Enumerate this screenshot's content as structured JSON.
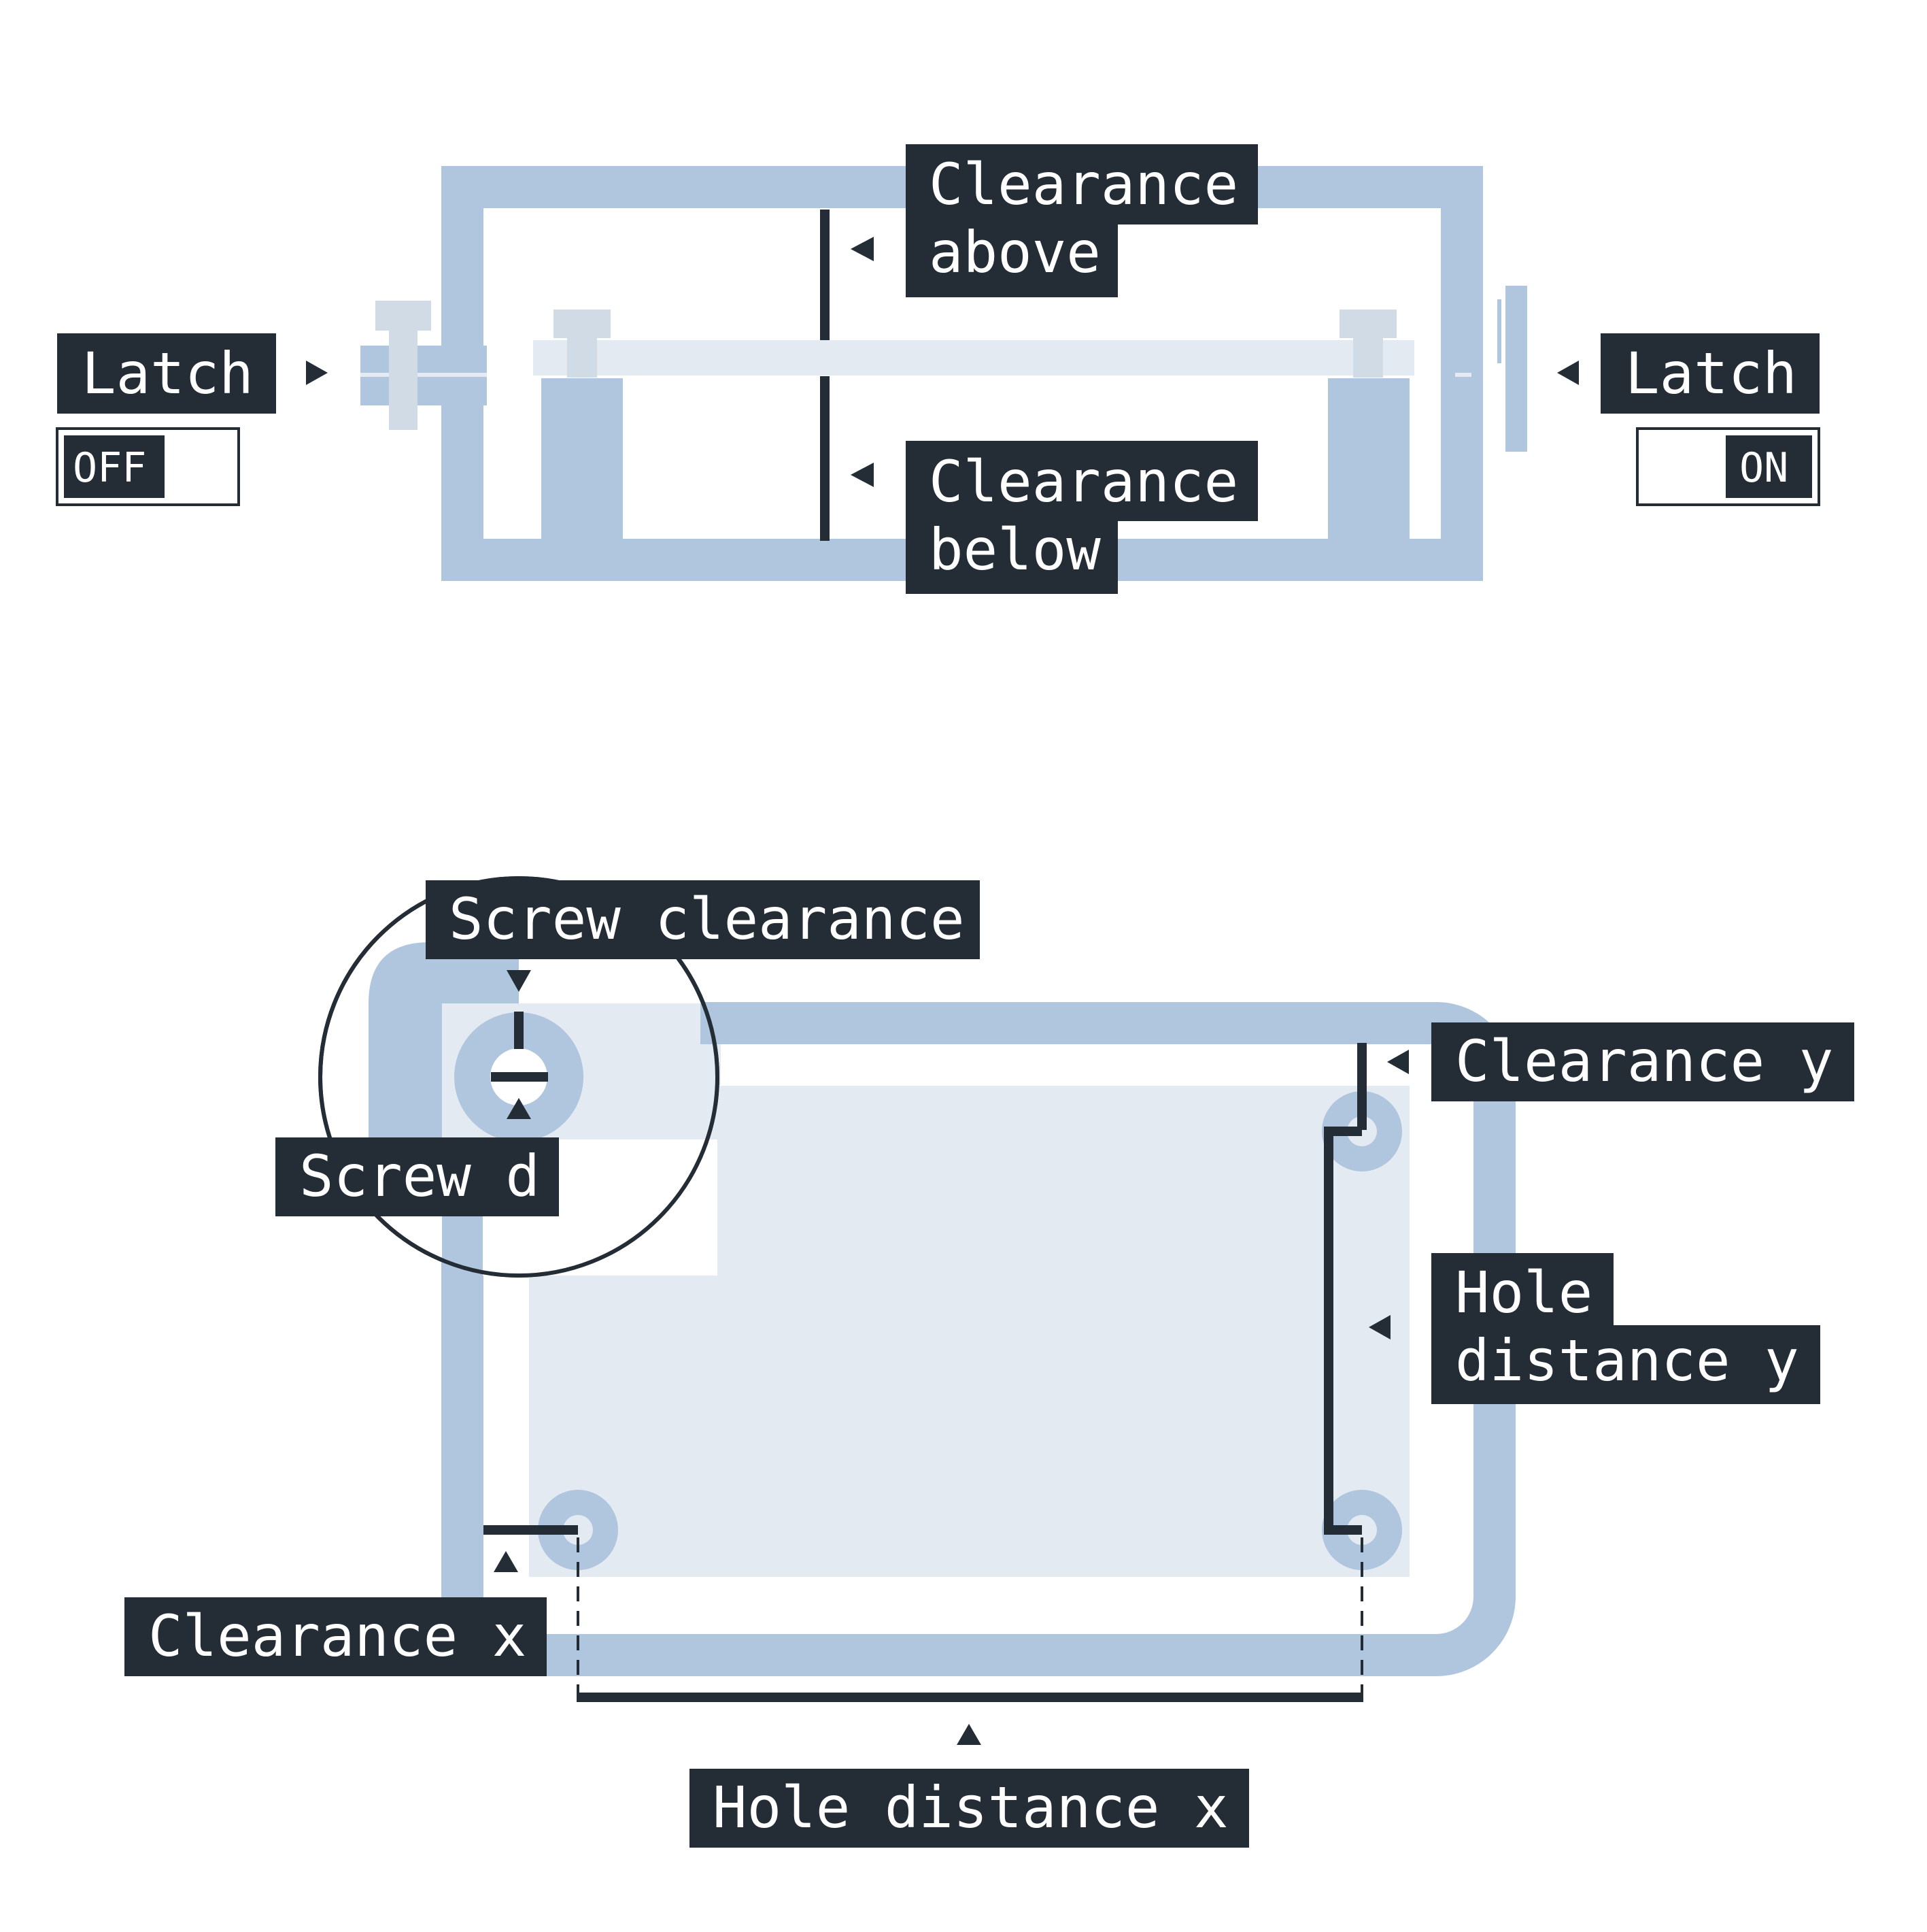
{
  "colors": {
    "frame": "#b0c5de",
    "light": "#e3eaf2",
    "pale": "#d0dbe6",
    "dark": "#242d35",
    "background": "#ffffff",
    "label_text": "#ffffff"
  },
  "side_view": {
    "clearance_above": [
      "Clearance",
      "above"
    ],
    "clearance_below": [
      "Clearance",
      "below"
    ],
    "latch_left": {
      "label": "Latch",
      "switch_label": "OFF",
      "state": "off"
    },
    "latch_right": {
      "label": "Latch",
      "switch_label": "ON",
      "state": "on"
    }
  },
  "top_view": {
    "screw_clearance": "Screw clearance",
    "screw_d": "Screw d",
    "clearance_y": "Clearance y",
    "hole_distance_y": [
      "Hole",
      "distance y"
    ],
    "clearance_x": "Clearance x",
    "hole_distance_x": "Hole distance x"
  }
}
